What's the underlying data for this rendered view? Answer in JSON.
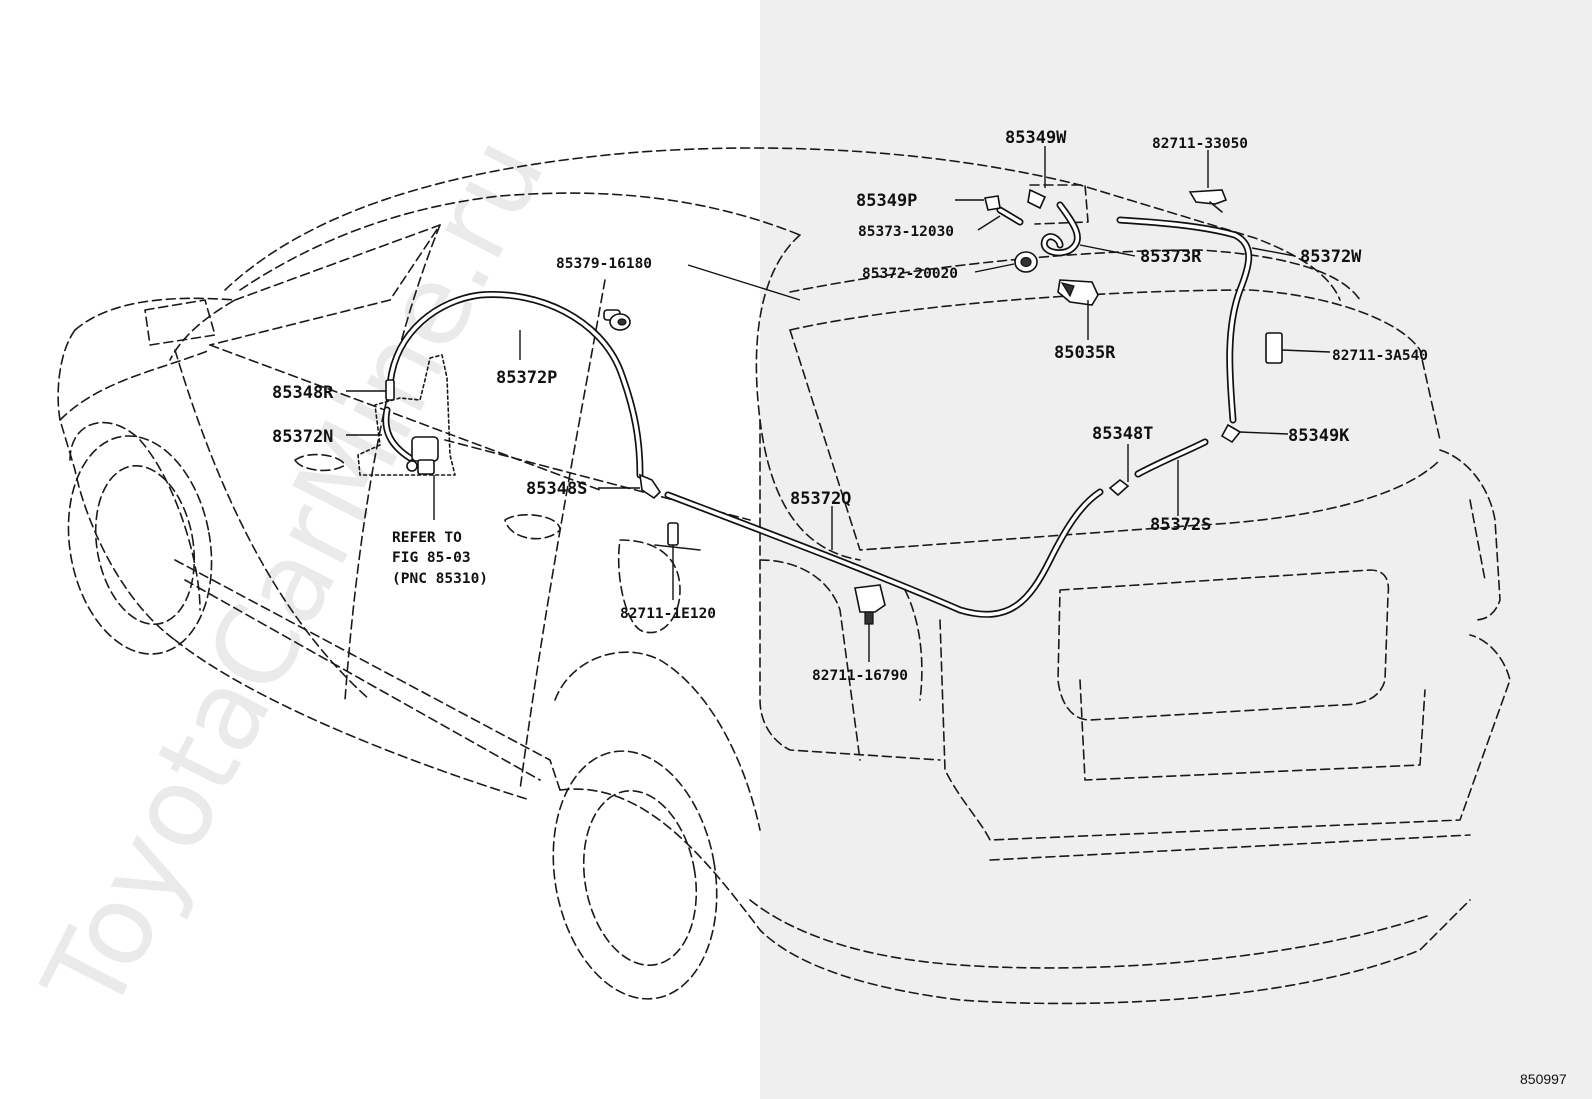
{
  "diagram": {
    "watermark": "ToyotaCarMine.ru",
    "figure_number": "850997",
    "refer_note": [
      "REFER TO",
      "FIG 85-03",
      "(PNC 85310)"
    ],
    "labels": {
      "p85349W": "85349W",
      "p82711_33050": "82711-33050",
      "p85349P": "85349P",
      "p85373_12030": "85373-12030",
      "p85373R": "85373R",
      "p85372W": "85372W",
      "p85372_20020": "85372-20020",
      "p85379_16180": "85379-16180",
      "p85035R": "85035R",
      "p82711_3A540": "82711-3A540",
      "p85348R": "85348R",
      "p85372P": "85372P",
      "p85372N": "85372N",
      "p85348T": "85348T",
      "p85349K": "85349K",
      "p85348S": "85348S",
      "p85372Q": "85372Q",
      "p85372S": "85372S",
      "p82711_1E120": "82711-1E120",
      "p82711_16790": "82711-16790"
    }
  }
}
